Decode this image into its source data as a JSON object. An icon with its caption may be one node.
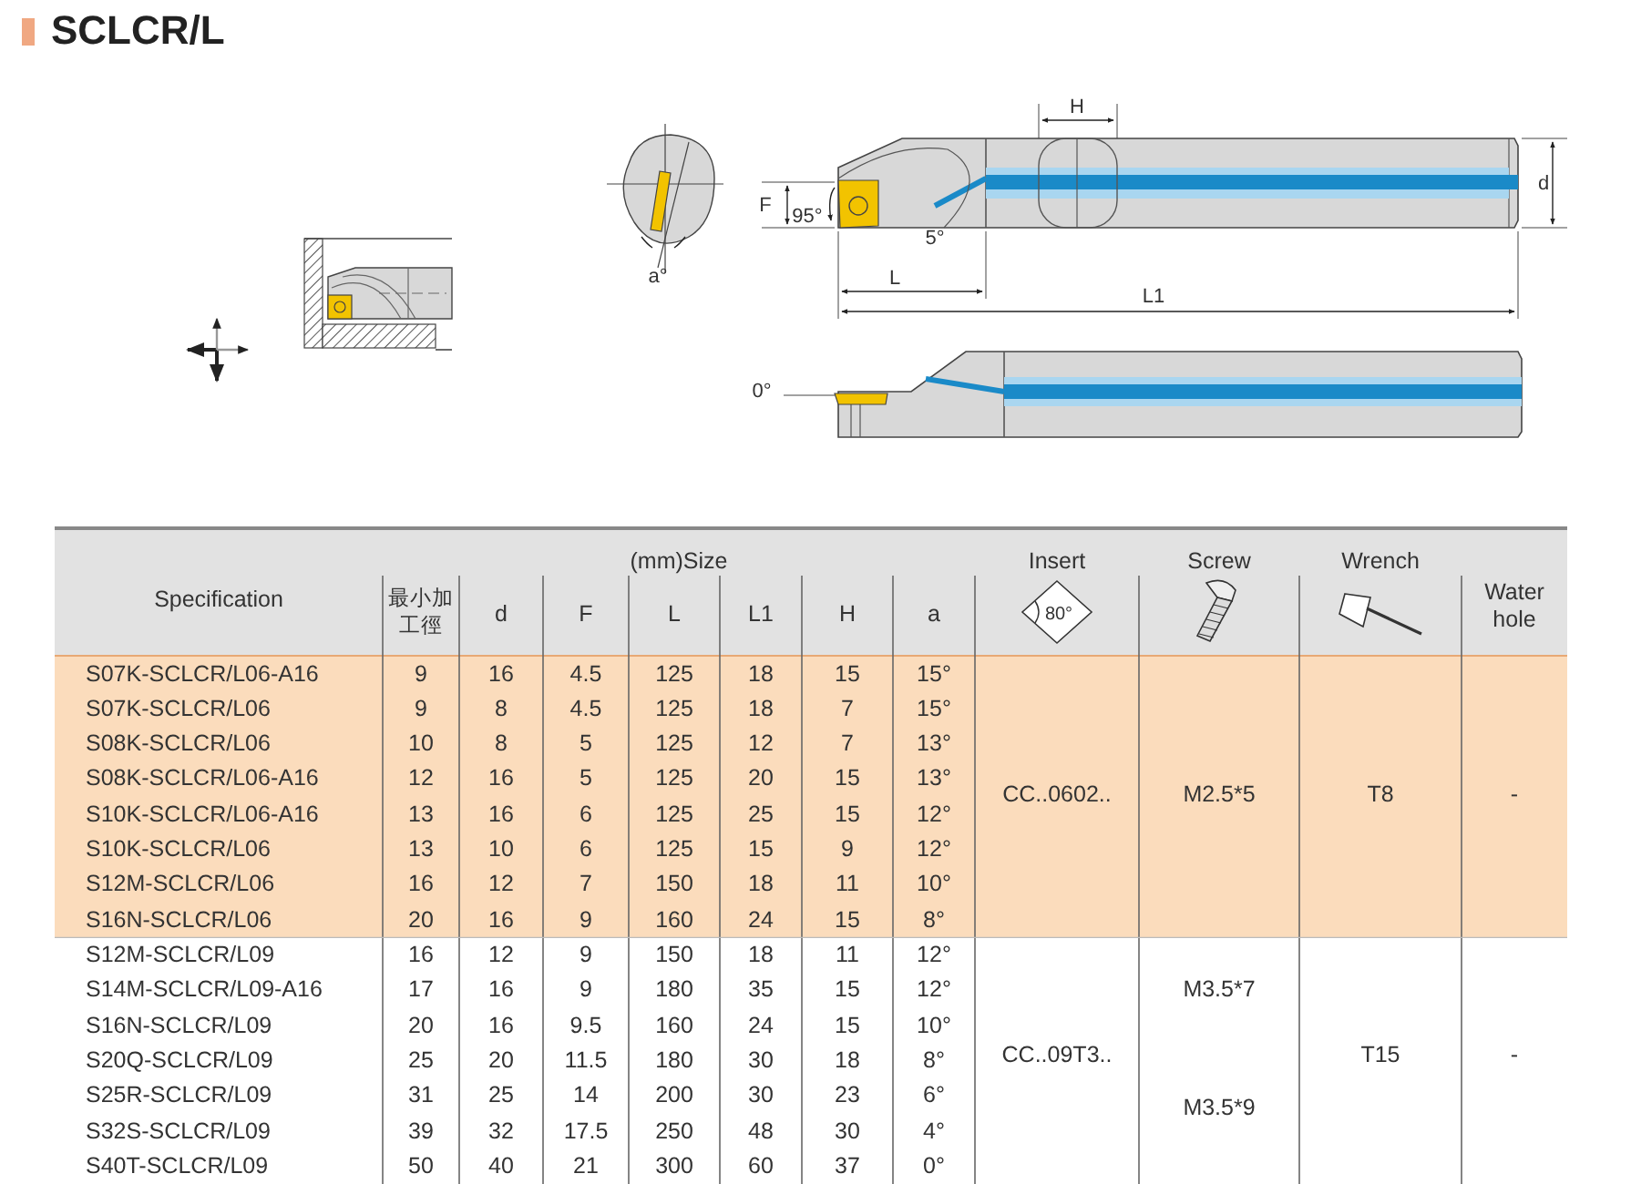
{
  "diagram": {
    "title": "SCLCR/L",
    "labels": [
      "H",
      "d",
      "F",
      "95°",
      "5°",
      "a°",
      "L",
      "L1",
      "0°",
      "(mm)Size",
      "Insert",
      "Screw",
      "Wrench",
      "Specification",
      "最小加工徑",
      "d",
      "F",
      "L",
      "L1",
      "H",
      "a",
      "80°",
      "Water hole",
      "S07K-SCLCR/L06-A16",
      "9",
      "16",
      "4.5",
      "125",
      "18",
      "15",
      "15°",
      "S07K-SCLCR/L06",
      "9",
      "8",
      "4.5",
      "125",
      "18",
      "7",
      "15°",
      "S08K-SCLCR/L06",
      "10",
      "8",
      "5",
      "125",
      "12",
      "7",
      "13°",
      "S08K-SCLCR/L06-A16",
      "12",
      "16",
      "5",
      "125",
      "20",
      "15",
      "13°",
      "S10K-SCLCR/L06-A16",
      "13",
      "16",
      "6",
      "125",
      "25",
      "15",
      "12°",
      "S10K-SCLCR/L06",
      "13",
      "10",
      "6",
      "125",
      "15",
      "9",
      "12°",
      "S12M-SCLCR/L06",
      "16",
      "12",
      "7",
      "150",
      "18",
      "11",
      "10°",
      "S16N-SCLCR/L06",
      "20",
      "16",
      "9",
      "160",
      "24",
      "15",
      "8°",
      "S12M-SCLCR/L09",
      "16",
      "12",
      "9",
      "150",
      "18",
      "11",
      "12°",
      "S14M-SCLCR/L09-A16",
      "17",
      "16",
      "9",
      "180",
      "35",
      "15",
      "12°",
      "S16N-SCLCR/L09",
      "20",
      "16",
      "9.5",
      "160",
      "24",
      "15",
      "10°",
      "S20Q-SCLCR/L09",
      "25",
      "20",
      "11.5",
      "180",
      "30",
      "18",
      "8°",
      "S25R-SCLCR/L09",
      "31",
      "25",
      "14",
      "200",
      "30",
      "23",
      "6°",
      "S32S-SCLCR/L09",
      "39",
      "32",
      "17.5",
      "250",
      "48",
      "30",
      "4°",
      "S40T-SCLCR/L09",
      "50",
      "40",
      "21",
      "300",
      "60",
      "37",
      "0°",
      "CC..0602..",
      "M2.5*5",
      "T8",
      "-",
      "M3.5*7",
      "CC..09T3..",
      "T15",
      "-",
      "M3.5*9"
    ]
  }
}
